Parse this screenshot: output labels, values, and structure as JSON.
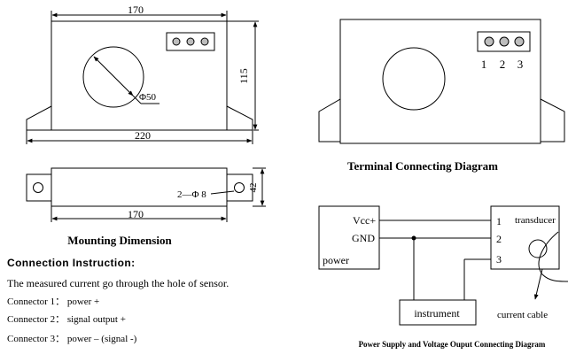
{
  "mounting": {
    "dim_top_width": "170",
    "dim_height": "115",
    "dim_hole": "Φ50",
    "dim_base_width": "220",
    "dim_side_width": "170",
    "dim_side_height": "42",
    "dim_mount_hole": "2—Φ 8",
    "title": "Mounting Dimension"
  },
  "terminal_diagram": {
    "title": "Terminal Connecting Diagram",
    "terminal_labels": [
      "1",
      "2",
      "3"
    ]
  },
  "connection": {
    "title": "Connection Instruction:",
    "lines": [
      "The measured current go through the hole of sensor.",
      "Connector 1： power +",
      "Connector 2： signal output +",
      "Connector 3： power – (signal -)"
    ]
  },
  "power_diagram": {
    "vcc_label": "Vcc+",
    "gnd_label": "GND",
    "power_label": "power",
    "instrument_label": "instrument",
    "transducer_label": "transducer",
    "pin_labels": [
      "1",
      "2",
      "3"
    ],
    "current_cable_label": "current cable",
    "title": "Power Supply and Voltage Ouput Connecting Diagram"
  }
}
